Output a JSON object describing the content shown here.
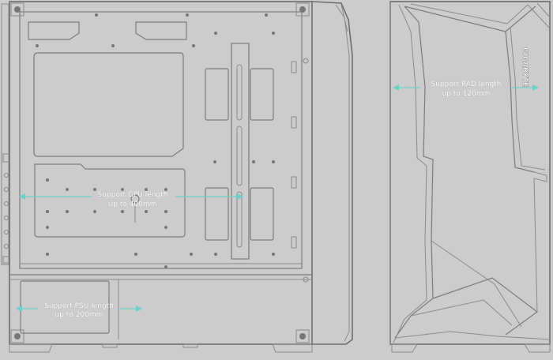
{
  "side_view": {
    "gpu_label": [
      "Support GPU length",
      "up to 400mm"
    ],
    "psu_label": [
      "Support PSU length",
      "up to 200mm"
    ]
  },
  "front_view": {
    "brand": "GIGABYTE",
    "radiator_label": [
      "Support RAD length",
      "up to 120mm"
    ]
  },
  "colors": {
    "background": "#cccccc",
    "outline": "#7c7c7c",
    "dimension_arrow": "#6ad1c9",
    "label_text": "#ffffff"
  }
}
